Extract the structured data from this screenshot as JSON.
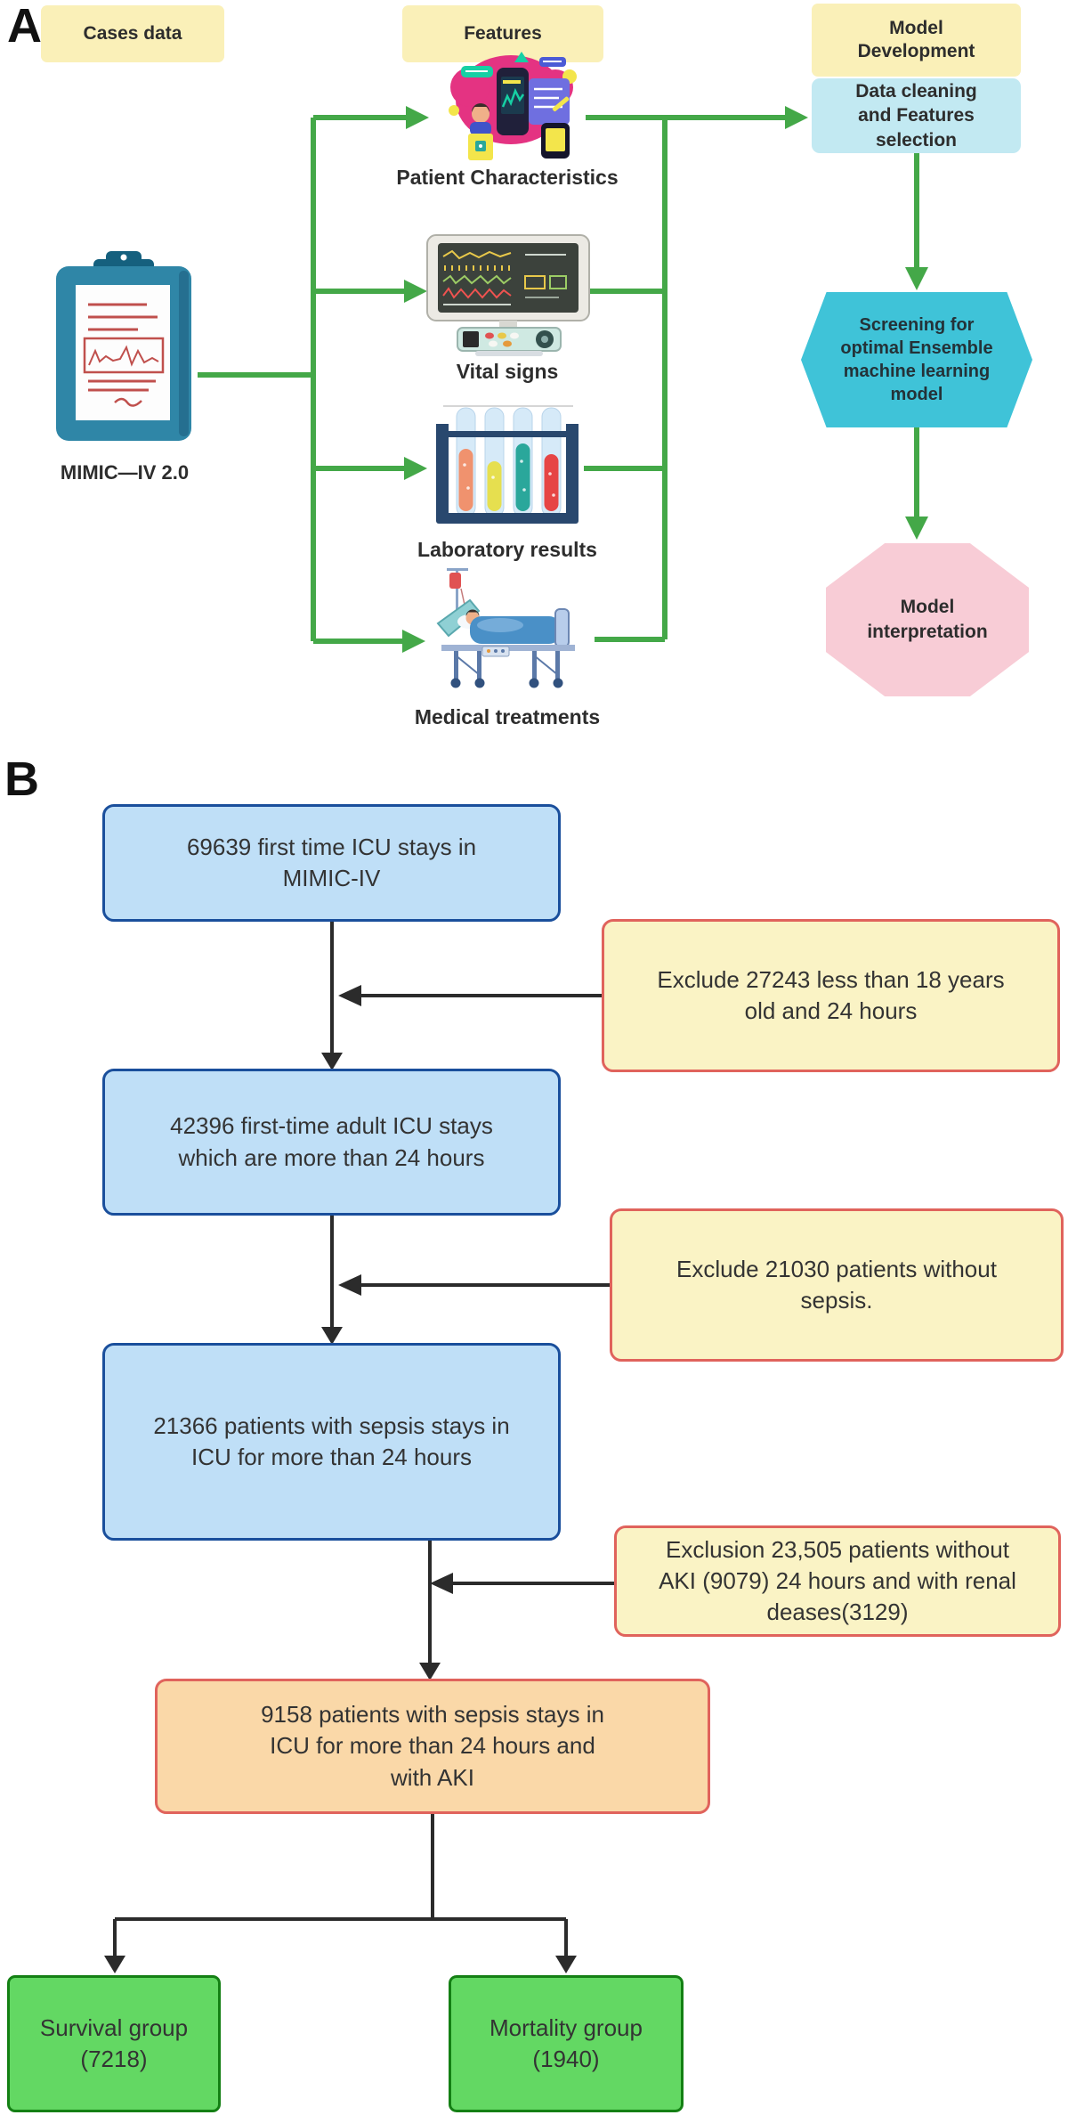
{
  "panel_a": {
    "label": "A",
    "cases_data_label": "Cases data",
    "features_label": "Features",
    "model_development_label": "Model\nDevelopment",
    "mimic_source_label": "MIMIC—IV 2.0",
    "feature_items": [
      {
        "label": "Patient Characteristics",
        "icon": "patient-characteristics-illustration"
      },
      {
        "label": "Vital signs",
        "icon": "vital-signs-monitor-illustration"
      },
      {
        "label": "Laboratory results",
        "icon": "lab-test-tubes-illustration"
      },
      {
        "label": "Medical treatments",
        "icon": "hospital-bed-illustration"
      }
    ],
    "steps": {
      "data_cleaning": "Data cleaning\nand Features\nselection",
      "screening": "Screening for\noptimal Ensemble\nmachine learning\nmodel",
      "interpretation": "Model\ninterpretation"
    }
  },
  "panel_b": {
    "label": "B",
    "flow": [
      {
        "text": "69639 first time ICU stays in\nMIMIC-IV"
      },
      {
        "text": "42396 first-time adult ICU stays\nwhich are more than 24 hours"
      },
      {
        "text": "21366 patients with sepsis stays in\nICU for more than 24 hours"
      },
      {
        "text": "9158 patients with sepsis stays in\nICU for more than 24 hours and\nwith AKI"
      }
    ],
    "exclusions": [
      {
        "text": "Exclude 27243 less than 18 years\nold and 24 hours"
      },
      {
        "text": "Exclude 21030 patients without\nsepsis."
      },
      {
        "text": "Exclusion   23,505 patients without\nAKI (9079) 24 hours and  with renal\ndeases(3129)"
      }
    ],
    "outcomes": [
      {
        "text": "Survival group\n(7218)"
      },
      {
        "text": "Mortality group\n(1940)"
      }
    ]
  },
  "colors": {
    "header_yellow": "#faf0b8",
    "process_blue": "#c2e9f2",
    "hexagon_teal": "#3fc3d8",
    "octagon_pink": "#f8ccd6",
    "arrow_green": "#44a848",
    "flow_blue_fill": "#bfdff7",
    "flow_blue_border": "#1a4f9c",
    "exclusion_fill": "#faf3c5",
    "exclusion_border": "#e0635c",
    "result_orange_fill": "#fad8a8",
    "outcome_green_fill": "#63d863",
    "outcome_green_border": "#148014",
    "connector_black": "#2b2b2b"
  }
}
